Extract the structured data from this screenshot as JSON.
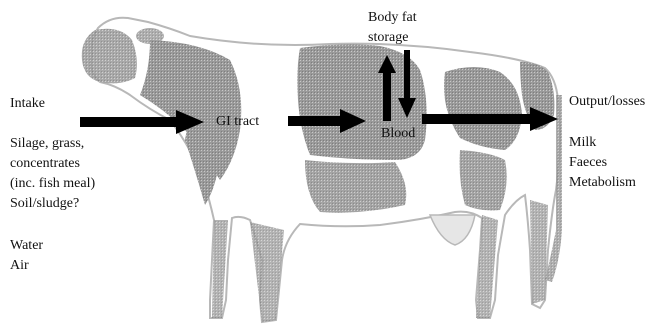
{
  "diagram": {
    "intake": {
      "heading": "Intake",
      "sources": [
        "Silage, grass,",
        "concentrates",
        "(inc. fish meal)",
        "Soil/sludge?"
      ],
      "other_sources": [
        "Water",
        "Air"
      ]
    },
    "gi_tract": "GI tract",
    "body_fat": [
      "Body fat",
      "storage"
    ],
    "blood": "Blood",
    "output": {
      "heading": "Output/losses",
      "items": [
        "Milk",
        "Faeces",
        "Metabolism"
      ]
    }
  },
  "colors": {
    "text": "#111111",
    "arrow": "#000000",
    "cow_outline": "#b8b8b8",
    "cow_patches": "#9a9a9a",
    "cow_body": "#ffffff"
  }
}
